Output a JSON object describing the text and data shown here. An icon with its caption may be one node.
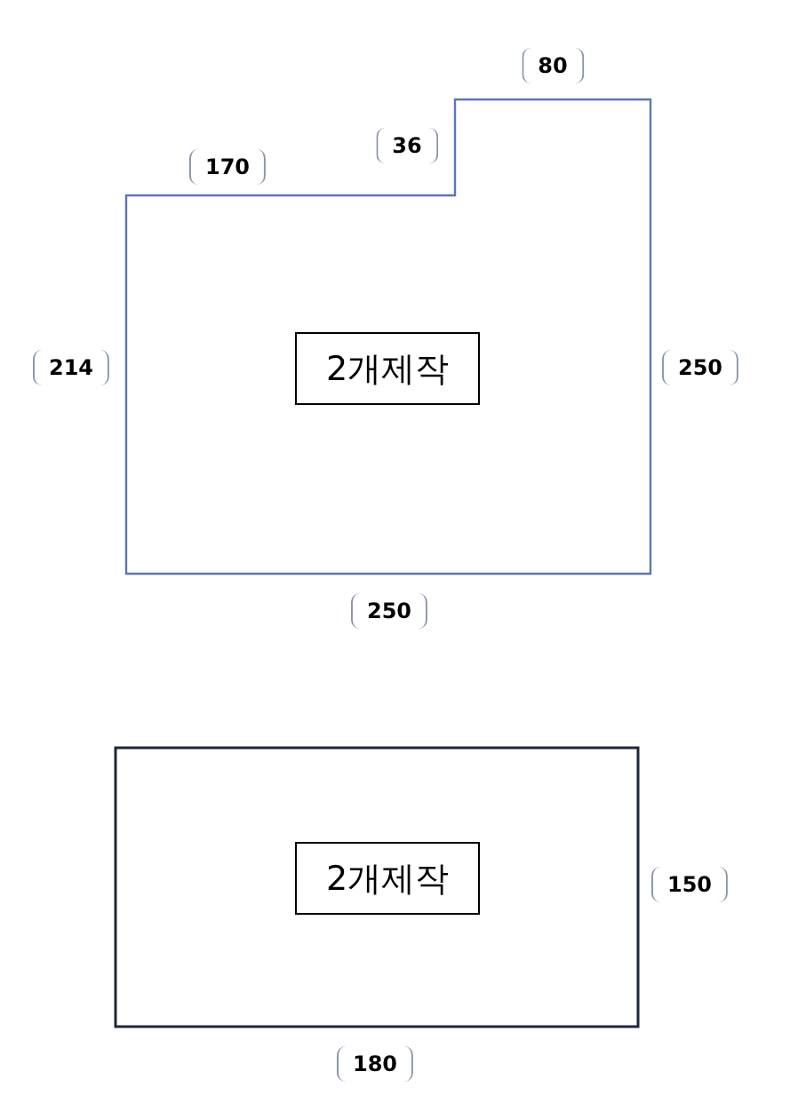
{
  "diagram": {
    "nodes": [
      {
        "text": [],
        "shape": "box"
      },
      {
        "text": [
          "2개제작"
        ],
        "in": 0
      },
      {
        "text": [],
        "shape": "box"
      },
      {
        "text": [
          "2개제작"
        ],
        "in": 2
      }
    ],
    "labels": [
      "80",
      "36",
      "170",
      "214",
      "250",
      "250",
      "150",
      "180"
    ]
  }
}
